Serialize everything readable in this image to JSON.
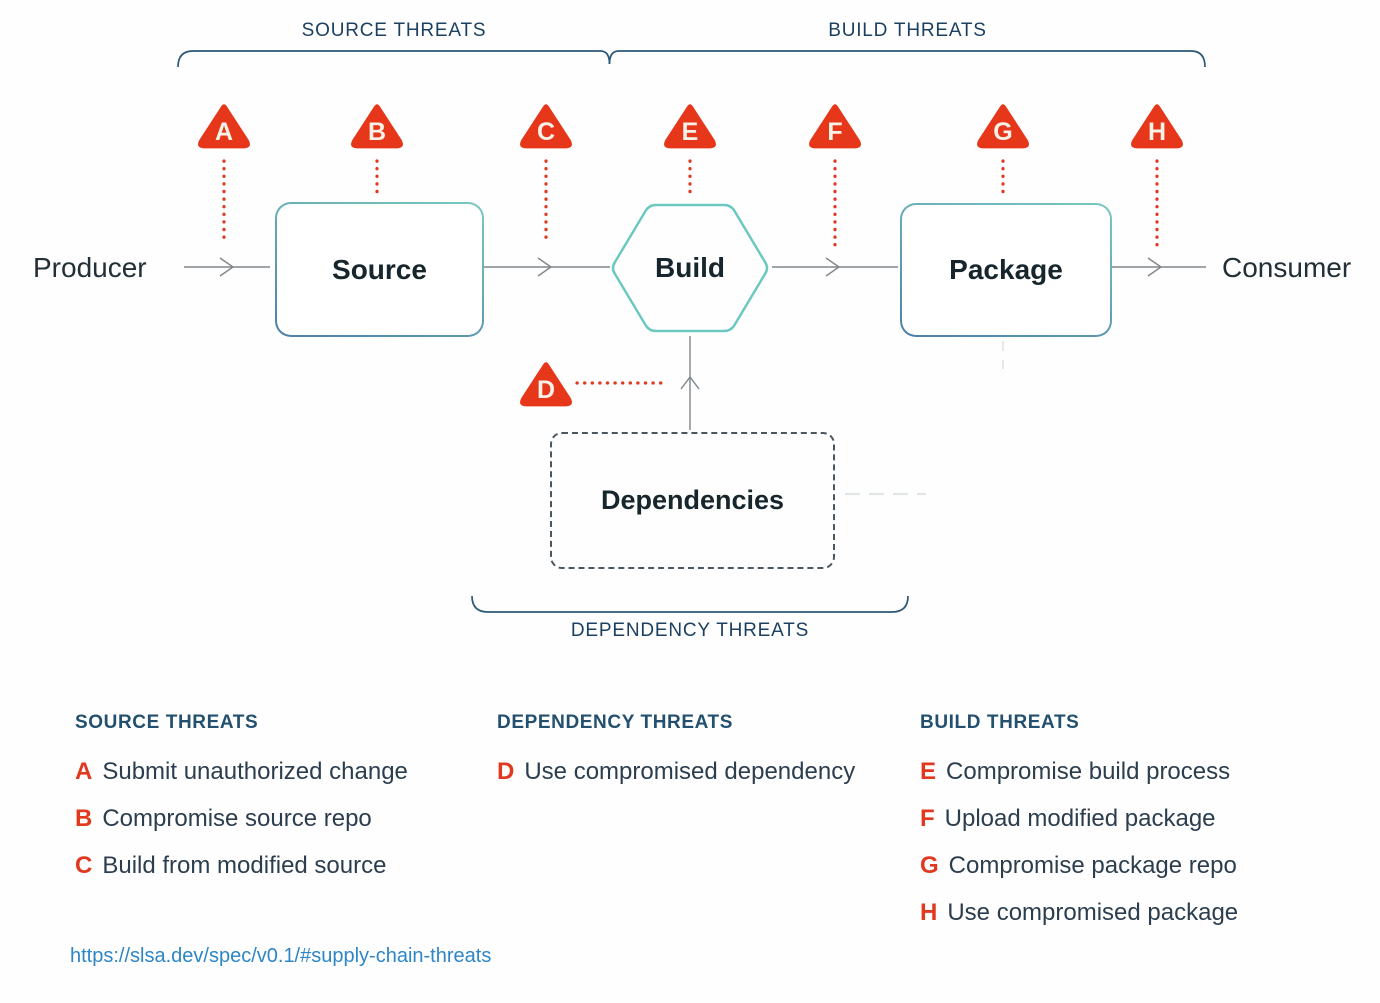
{
  "groups": {
    "source_threats": "SOURCE THREATS",
    "build_threats": "BUILD THREATS",
    "dependency_threats": "DEPENDENCY THREATS"
  },
  "nodes": {
    "producer": "Producer",
    "source": "Source",
    "build": "Build",
    "package": "Package",
    "consumer": "Consumer",
    "dependencies": "Dependencies"
  },
  "markers": {
    "a": "A",
    "b": "B",
    "c": "C",
    "d": "D",
    "e": "E",
    "f": "F",
    "g": "G",
    "h": "H"
  },
  "legend": {
    "columns": [
      {
        "title": "SOURCE THREATS",
        "items": [
          {
            "letter": "A",
            "text": "Submit unauthorized change"
          },
          {
            "letter": "B",
            "text": "Compromise source repo"
          },
          {
            "letter": "C",
            "text": "Build from modified source"
          }
        ]
      },
      {
        "title": "DEPENDENCY THREATS",
        "items": [
          {
            "letter": "D",
            "text": "Use compromised dependency"
          }
        ]
      },
      {
        "title": "BUILD THREATS",
        "items": [
          {
            "letter": "E",
            "text": "Compromise build process"
          },
          {
            "letter": "F",
            "text": "Upload modified package"
          },
          {
            "letter": "G",
            "text": "Compromise package repo"
          },
          {
            "letter": "H",
            "text": "Use compromised package"
          }
        ]
      }
    ]
  },
  "footer": {
    "link_text": "https://slsa.dev/spec/v0.1/#supply-chain-threats"
  },
  "colors": {
    "threat_red": "#E6371A",
    "navy": "#1C4061",
    "hex_teal": "#6CC9C0",
    "box_border_teal": "#7AC9C2",
    "box_border_blue": "#4E80A6",
    "link_blue": "#2E86C6"
  }
}
